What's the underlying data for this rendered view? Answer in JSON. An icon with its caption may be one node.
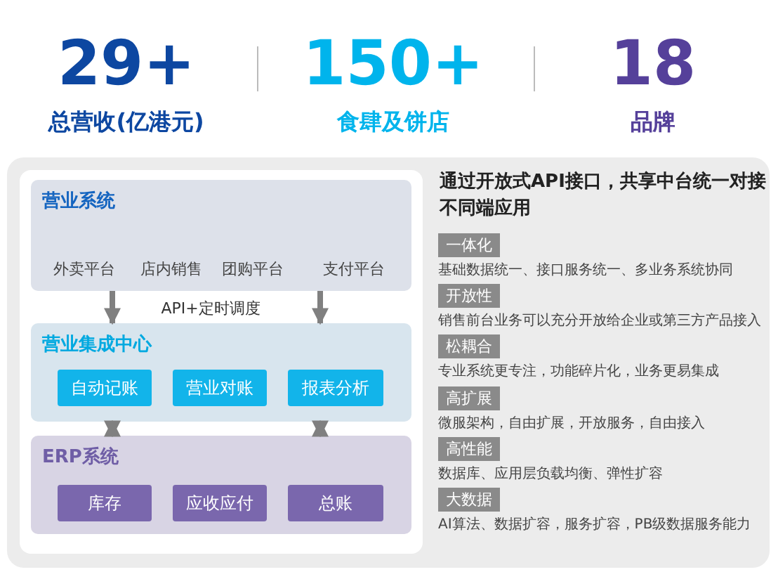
{
  "diagram": {
    "nodes": [
      {
        "text": [
          "营业系统"
        ]
      },
      {
        "text": [
          "营业集成中心"
        ]
      },
      {
        "text": [
          "自动记账"
        ],
        "in": 1
      },
      {
        "text": [
          "营业对账"
        ],
        "in": 1
      },
      {
        "text": [
          "报表分析"
        ],
        "in": 1
      },
      {
        "text": [
          "ERP系统"
        ]
      },
      {
        "text": [
          "库存"
        ],
        "in": 5
      },
      {
        "text": [
          "应收应付"
        ],
        "in": 5
      },
      {
        "text": [
          "总账"
        ],
        "in": 5
      },
      {
        "text": [
          "通过开放式API接口，共享中台统一对接不同端应用"
        ]
      },
      {
        "text": [
          "一体化"
        ],
        "in": 9,
        "beside": [
          "基础数据统一、接口服务统一、多业务系统协同"
        ]
      },
      {
        "text": [
          "开放性"
        ],
        "in": 9,
        "beside": [
          "销售前台业务可以充分开放给企业或第三方产品接入"
        ]
      },
      {
        "text": [
          "松耦合"
        ],
        "in": 9,
        "beside": [
          "专业系统更专注，功能碎片化，业务更易集成"
        ]
      },
      {
        "text": [
          "高扩展"
        ],
        "in": 9,
        "beside": [
          "微服架构，自由扩展，开放服务，自由接入"
        ]
      },
      {
        "text": [
          "高性能"
        ],
        "in": 9,
        "beside": [
          "数据库、应用层负载均衡、弹性扩容"
        ]
      },
      {
        "text": [
          "大数据"
        ],
        "in": 9,
        "beside": [
          "AI算法、数据扩容，服务扩容，PB级数据服务能力"
        ]
      }
    ],
    "edges": [
      {
        "from": 0,
        "to": 1,
        "arrow": "to"
      },
      {
        "from": 0,
        "to": 1,
        "arrow": "to"
      },
      {
        "from": 1,
        "to": 5,
        "arrow": "both"
      },
      {
        "from": 1,
        "to": 5,
        "arrow": "both"
      }
    ],
    "labels": [
      "29+",
      "总营收(亿港元)",
      "150+",
      "食肆及饼店",
      "18",
      "品牌",
      "外卖平台",
      "店内销售",
      "团购平台",
      "支付平台",
      "API+定时调度"
    ]
  }
}
